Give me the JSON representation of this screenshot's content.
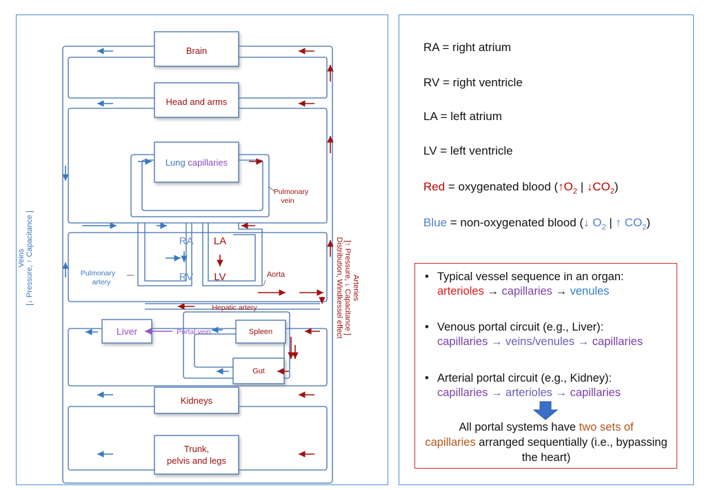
{
  "diagram": {
    "organs": {
      "brain": "Brain",
      "head_arms": "Head and arms",
      "lung_part1": "Lung ",
      "lung_part2": "capillaries",
      "liver": "Liver",
      "spleen": "Spleen",
      "gut": "Gut",
      "kidneys": "Kidneys",
      "trunk_line1": "Trunk,",
      "trunk_line2": "pelvis and legs"
    },
    "chambers": {
      "ra": "RA",
      "rv": "RV",
      "la": "LA",
      "lv": "LV"
    },
    "vessels": {
      "pulmonary_vein_line1": "Pulmonary",
      "pulmonary_vein_line2": "vein",
      "pulmonary_artery_line1": "Pulmonary",
      "pulmonary_artery_line2": "artery",
      "aorta": "Aorta",
      "hepatic_artery": "Hepatic artery",
      "portal_vein": "Portal vein"
    },
    "veins_label_line1": "Veins",
    "veins_label_line2": "[↓ Pressure, ↑ Capacitance ]",
    "arteries_label_line1": "Arteries",
    "arteries_label_line2": "[↑ Pressure, ↓ Capacitance ]",
    "arteries_label_line3": "Distribution, Windkessel effect",
    "colors": {
      "oxygenated": "#a01010",
      "deoxygenated": "#3a78c2",
      "portal": "#9b4fd1",
      "vessel": "#3f6fae"
    }
  },
  "legend": {
    "ra": "RA = right atrium",
    "rv": "RV = right ventricle",
    "la": "LA = left atrium",
    "lv": "LV = left ventricle",
    "red_word": "Red",
    "red_desc": " = oxygenated blood (",
    "red_o2": "↑O",
    "red_co2": "↓CO",
    "blue_word": "Blue",
    "blue_desc": " = non-oxygenated blood (",
    "blue_o2": "↓ O",
    "blue_co2": "↑ CO",
    "sub2": "2",
    "sep": " | ",
    "close": ")"
  },
  "notes": {
    "bullet1_title": "Typical vessel sequence in an organ:",
    "bullet1_a": "arterioles",
    "bullet1_b": "capillaries",
    "bullet1_c": "venules",
    "bullet2_title": "Venous portal circuit (e.g., Liver):",
    "bullet2_a": "capillaries",
    "bullet2_b": "veins/venules",
    "bullet2_c": "capillaries",
    "bullet3_title": "Arterial portal circuit (e.g., Kidney):",
    "bullet3_a": "capillaries",
    "bullet3_b": "arterioles",
    "bullet3_c": "capillaries",
    "arrow_sep": " → ",
    "conclusion_a": "All portal systems have ",
    "conclusion_b": "two sets of",
    "conclusion_c": "capillaries",
    "conclusion_d": " arranged sequentially (i.e., bypassing the heart)"
  }
}
